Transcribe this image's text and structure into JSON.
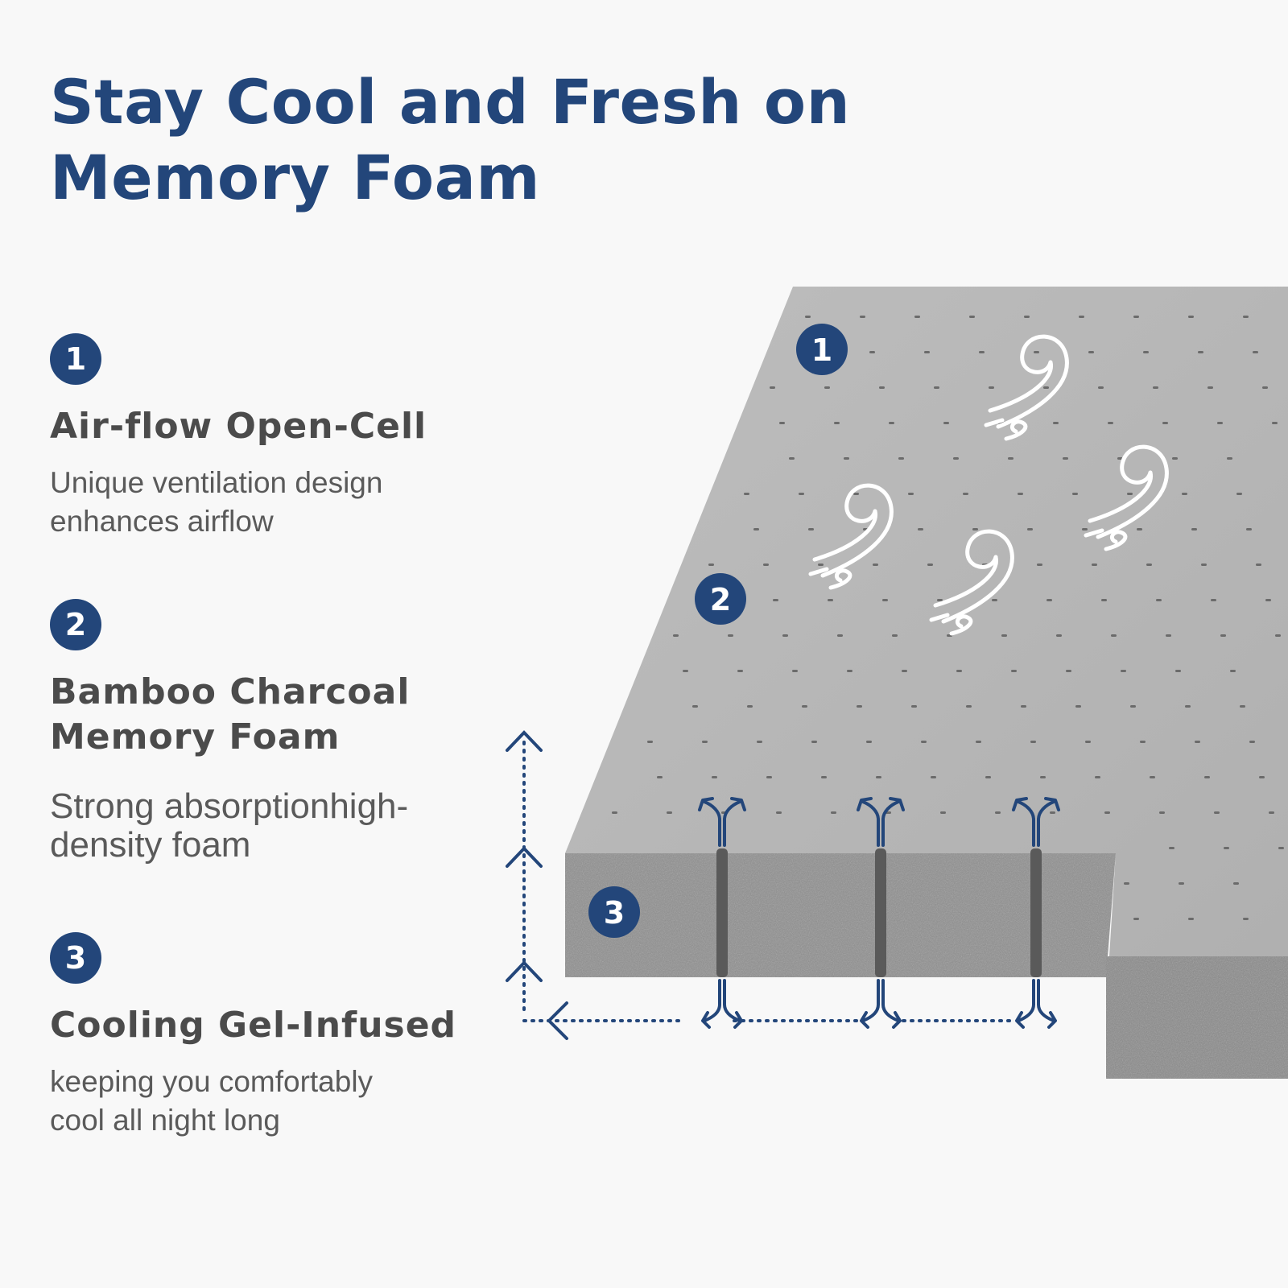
{
  "heading": {
    "line1": "Stay Cool and Fresh on",
    "line2": "Memory Foam"
  },
  "features": [
    {
      "number": "1",
      "title_lines": [
        "Air-flow Open-Cell"
      ],
      "description_lines": [
        "Unique ventilation design",
        "enhances airflow"
      ]
    },
    {
      "number": "2",
      "title_lines": [
        "Bamboo Charcoal",
        "Memory Foam"
      ],
      "description_lines": [
        "Strong absorptionhigh-",
        "density foam"
      ]
    },
    {
      "number": "3",
      "title_lines": [
        "Cooling Gel-Infused"
      ],
      "description_lines": [
        "keeping you comfortably",
        "cool all night long"
      ]
    }
  ],
  "diagram_badges": [
    "1",
    "2",
    "3"
  ],
  "colors": {
    "accent": "#23467a",
    "text_dark": "#4b4b4b",
    "text_body": "#5a5a5a",
    "background": "#f8f8f8",
    "foam_top": "#b7b7b7",
    "foam_side": "#8f8f8f"
  },
  "icons": [
    "wind-swirl-icon",
    "airflow-arrow-icon",
    "dotted-flow-arrow-icon"
  ]
}
